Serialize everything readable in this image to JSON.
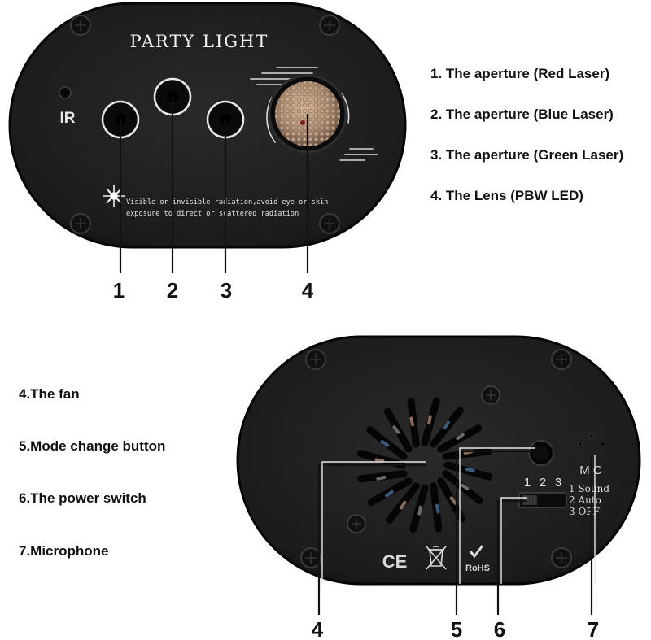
{
  "front_panel": {
    "title": "PARTY LIGHT",
    "ir_label": "IR",
    "warning_line1": "Visible or invisible radiation,avoid eye or skin",
    "warning_line2": "exposure to direct or scattered radiation"
  },
  "front_callouts": [
    "1",
    "2",
    "3",
    "4"
  ],
  "front_legend": [
    "1. The aperture (Red Laser)",
    "2. The aperture (Blue Laser)",
    "3. The aperture (Green Laser)",
    "4. The Lens (PBW LED)"
  ],
  "back_panel": {
    "switch_numbers": [
      "1",
      "2",
      "3"
    ],
    "mode_labels": [
      "1 Sound",
      "2 Auto",
      "3 OFF"
    ],
    "mic_label": "MIC",
    "ce_mark": "CE",
    "rohs_mark": "RoHS"
  },
  "back_callouts": [
    "4",
    "5",
    "6",
    "7"
  ],
  "back_legend": [
    "4.The fan",
    "5.Mode change button",
    "6.The power switch",
    "7.Microphone"
  ],
  "colors": {
    "panel": "#1c1c1c",
    "panel_edge": "#050505",
    "lens": "#b89a7e",
    "line": "#111111"
  }
}
